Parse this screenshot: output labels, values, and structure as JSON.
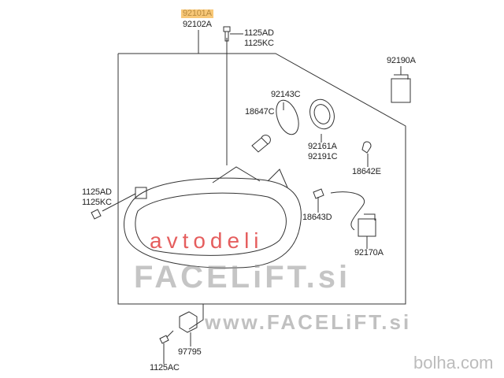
{
  "parts": {
    "housing_highlighted": "92101A",
    "housing": "92102A",
    "top_screw_a": "1125AD",
    "top_screw_b": "1125KC",
    "socket_cover": "92190A",
    "cap": "92143C",
    "bulb_main": "18647C",
    "ring_a": "92161A",
    "ring_b": "92191C",
    "bulb_small": "18642E",
    "side_screw_a": "1125AD",
    "side_screw_b": "1125KC",
    "bulb_position": "18643D",
    "harness": "92170A",
    "bracket": "97795",
    "bottom_screw": "1125AC"
  },
  "watermarks": {
    "main": "FACELiFT.si",
    "red": "avtodeli",
    "url": "www.FACELiFT.si",
    "site": "bolha.com"
  },
  "colors": {
    "highlight": "#f8c878",
    "line": "#333333",
    "red_watermark": "#dc2828"
  }
}
